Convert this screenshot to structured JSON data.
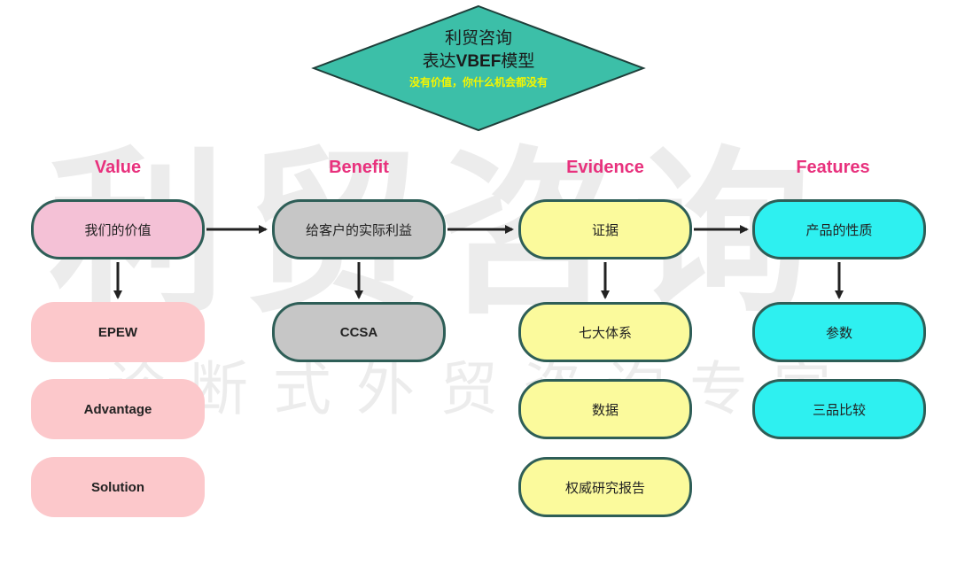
{
  "watermark": {
    "main": "利贸咨询",
    "sub": "诊断式外贸咨询专家"
  },
  "title": {
    "line1": "利贸咨询",
    "line2_prefix": "表达",
    "line2_bold": "VBEF",
    "line2_suffix": "模型",
    "line3": "没有价值，你什么机会都没有"
  },
  "columns": [
    {
      "header": "Value",
      "main": "我们的价值",
      "items": [
        "EPEW",
        "Advantage",
        "Solution"
      ]
    },
    {
      "header": "Benefit",
      "main": "给客户的实际利益",
      "items": [
        "CCSA"
      ]
    },
    {
      "header": "Evidence",
      "main": "证据",
      "items": [
        "七大体系",
        "数据",
        "权威研究报告"
      ]
    },
    {
      "header": "Features",
      "main": "产品的性质",
      "items": [
        "参数",
        "三品比较"
      ]
    }
  ],
  "colors": {
    "header": "#e8317d",
    "diamond_fill": "#3cbfa8",
    "border": "#2e5e57",
    "value": "#f4c1d6",
    "value_soft": "#fcc8cb",
    "benefit": "#c6c6c6",
    "evidence": "#fbfa9c",
    "features": "#2ef0f0",
    "slogan": "#f5f500"
  }
}
